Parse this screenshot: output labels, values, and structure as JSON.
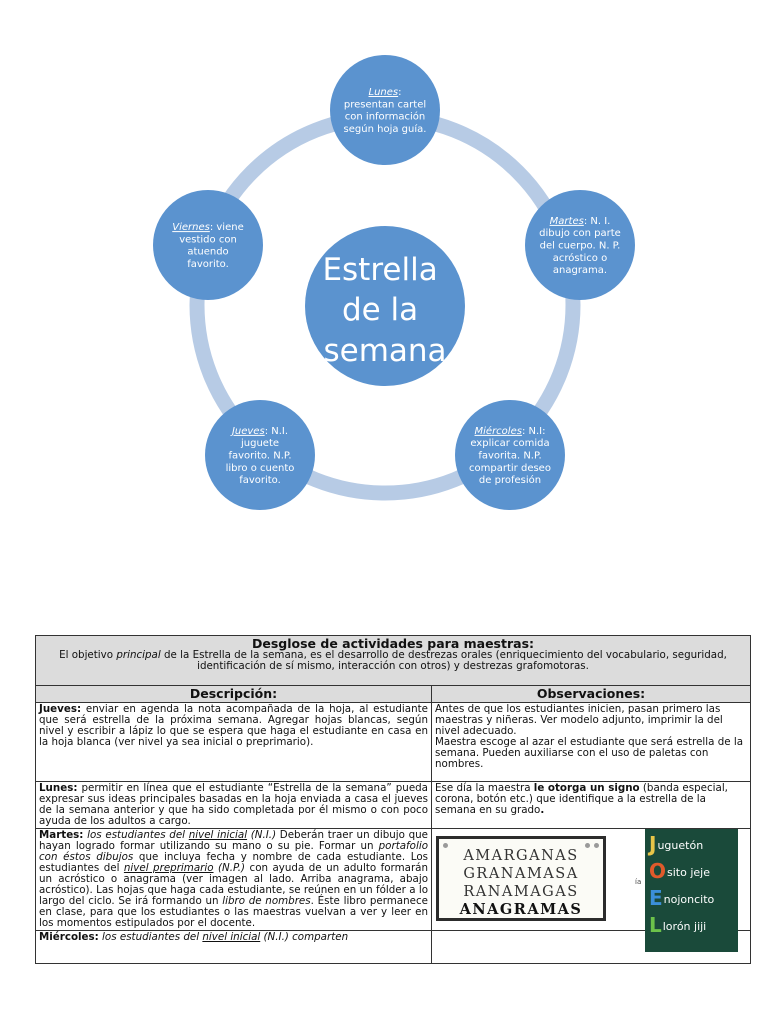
{
  "diagram": {
    "center": [
      "Estrella",
      "de la",
      "semana"
    ],
    "nodes": [
      {
        "day": "Lunes",
        "lines": [
          {
            "head": "Lunes",
            "rest": ":"
          },
          "presentan cartel",
          "con información",
          "según hoja guía."
        ]
      },
      {
        "day": "Martes",
        "lines": [
          {
            "head": "Martes",
            "rest": ": N. I."
          },
          "dibujo con parte",
          "del cuerpo. N. P.",
          "acróstico o",
          "anagrama."
        ]
      },
      {
        "day": "Miércoles",
        "lines": [
          {
            "head": "Miércoles",
            "rest": ": N.I:"
          },
          "explicar comida",
          "favorita. N.P.",
          "compartir deseo",
          "de profesión"
        ]
      },
      {
        "day": "Jueves",
        "lines": [
          {
            "head": "Jueves",
            "rest": ": N.I."
          },
          "juguete",
          "favorito. N.P.",
          "libro o cuento",
          "favorito."
        ]
      },
      {
        "day": "Viernes",
        "lines": [
          {
            "head": "Viernes",
            "rest": ": viene"
          },
          "vestido con",
          "atuendo",
          "favorito."
        ]
      }
    ],
    "colors": {
      "circle": "#5b93cf",
      "ring": "#b7cbe5",
      "text": "#ffffff"
    }
  },
  "table": {
    "title": "Desglose de actividades para maestras:",
    "intro": {
      "part1": "El objetivo ",
      "italic": "principal",
      "part2": " de la Estrella de la semana, es el desarrollo de destrezas orales (enriquecimiento del vocabulario, seguridad, identificación de sí mismo, interacción con otros) y destrezas grafomotoras."
    },
    "columns": [
      "Descripción:",
      "Observaciones:"
    ],
    "rows": {
      "jueves": {
        "label": "Jueves:",
        "text": " enviar  en agenda la nota acompañada de la hoja, al estudiante que será estrella de la próxima semana. Agregar hojas blancas, según nivel y escribir a lápiz lo que se espera que haga el estudiante en casa en la hoja blanca (ver nivel ya sea inicial o preprimario).",
        "obs": "Antes de que los estudiantes inicien, pasan primero las maestras y niñeras. Ver modelo adjunto, imprimir la del nivel adecuado.\nMaestra escoge al azar el estudiante que será estrella de la semana. Pueden auxiliarse con el uso de paletas con nombres."
      },
      "lunes": {
        "label": "Lunes:",
        "text": "   permitir  en línea que el estudiante “Estrella de la semana” pueda expresar sus ideas principales basadas en la hoja enviada a casa el jueves de la semana anterior y que ha sido completada por él mismo o con poco ayuda de los adultos a cargo.",
        "obs_a": "Ese día la maestra ",
        "obs_bold": "le otorga un signo",
        "obs_b": " (banda especial, corona, botón etc.) que identifique a la estrella de la semana en su grado",
        "obs_end": "."
      },
      "martes": {
        "label": "Martes:",
        "i1": " los estudiantes del ",
        "u1": "nivel inicial",
        "i2": " (N.I.)",
        "t1": " Deberán traer un dibujo que hayan logrado formar utilizando su mano o su pie. Formar un ",
        "i3": "portafolio con éstos dibujos",
        "t2": " que incluya fecha y nombre de cada   estudiante.     Los estudiantes del ",
        "u2": "nivel preprimario",
        "i4": " (N.P.)",
        "t3": " con ayuda de un adulto formarán un acróstico o anagrama (ver imagen al lado. Arriba anagrama, abajo acróstico). Las hojas que haga cada estudiante, se reúnen en un fólder a lo largo del ciclo. Se irá formando un ",
        "i5": "libro de nombres",
        "t4": ". Éste libro  permanece en clase, para que los estudiantes o las maestras vuelvan a ver y leer en los momentos estipulados por el docente."
      },
      "miercoles": {
        "label": "Miércoles:",
        "i1": " los estudiantes del ",
        "u1": "nivel inicial",
        "i2": " (N.I.)",
        "t1": " comparten"
      }
    },
    "anagrama_image": {
      "lines": [
        "AMARGANAS",
        "GRANAMASA",
        "RANAMAGAS",
        "ANAGRAMAS"
      ]
    },
    "acrostico_image": {
      "letters": [
        "J",
        "O",
        "E",
        "L"
      ],
      "words": [
        "uguetón",
        "sito jeje",
        "nojoncito",
        "lorón jiji"
      ],
      "letter_colors": [
        "#e8c548",
        "#e05a2b",
        "#3b8fd9",
        "#6cc24a"
      ],
      "stray_text": "ía"
    }
  }
}
